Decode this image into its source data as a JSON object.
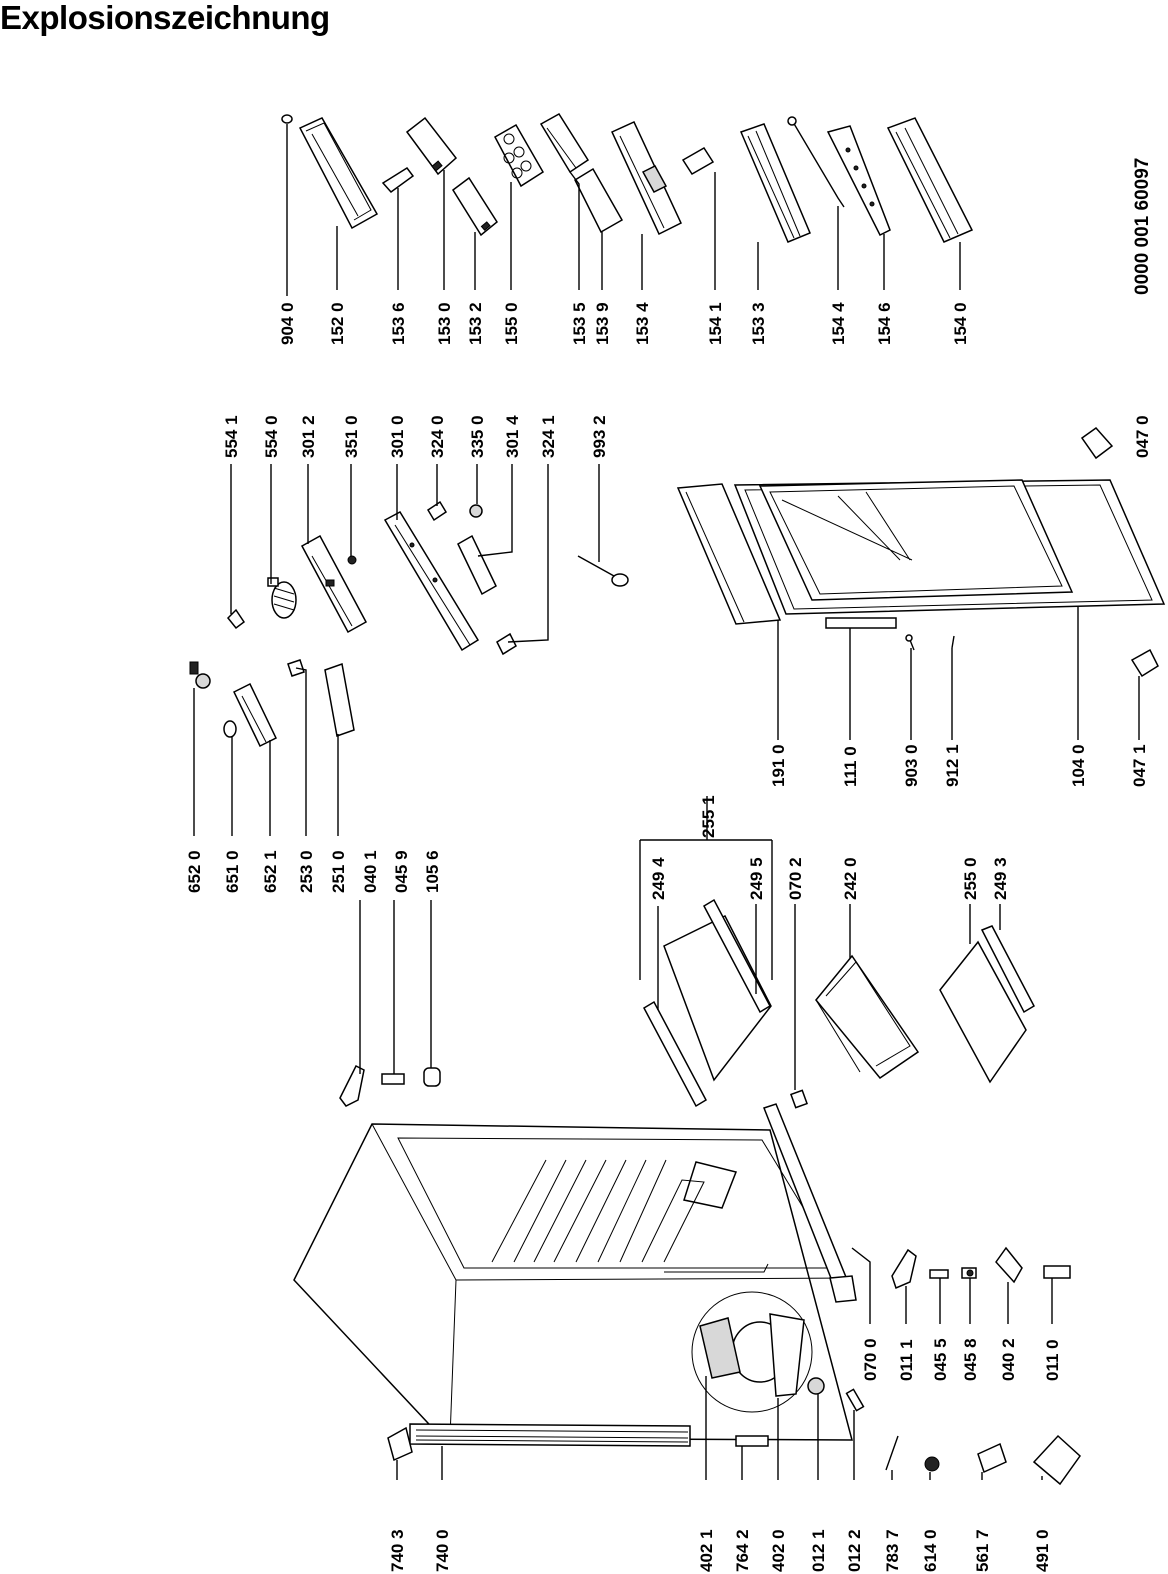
{
  "title": "Explosionszeichnung",
  "doc_number": "0000 001 60097",
  "part_labels": [
    "904 0",
    "152 0",
    "153 6",
    "153 0",
    "153 2",
    "155 0",
    "153 5",
    "153 9",
    "153 4",
    "154 1",
    "153 3",
    "154 4",
    "154 6",
    "154 0",
    "554 1",
    "554 0",
    "301 2",
    "351 0",
    "301 0",
    "324 0",
    "335 0",
    "301 4",
    "324 1",
    "993 2",
    "047 0",
    "652 0",
    "651 0",
    "652 1",
    "253 0",
    "251 0",
    "040 1",
    "045 9",
    "105 6",
    "255 1",
    "191 0",
    "111 0",
    "903 0",
    "912 1",
    "104 0",
    "047 1",
    "249 4",
    "249 5",
    "070 2",
    "242 0",
    "255 0",
    "249 3",
    "070 0",
    "011 1",
    "045 5",
    "045 8",
    "040 2",
    "011 0",
    "740 3",
    "740 0",
    "402 1",
    "764 2",
    "402 0",
    "012 1",
    "012 2",
    "783 7",
    "614 0",
    "561 7",
    "491 0"
  ]
}
